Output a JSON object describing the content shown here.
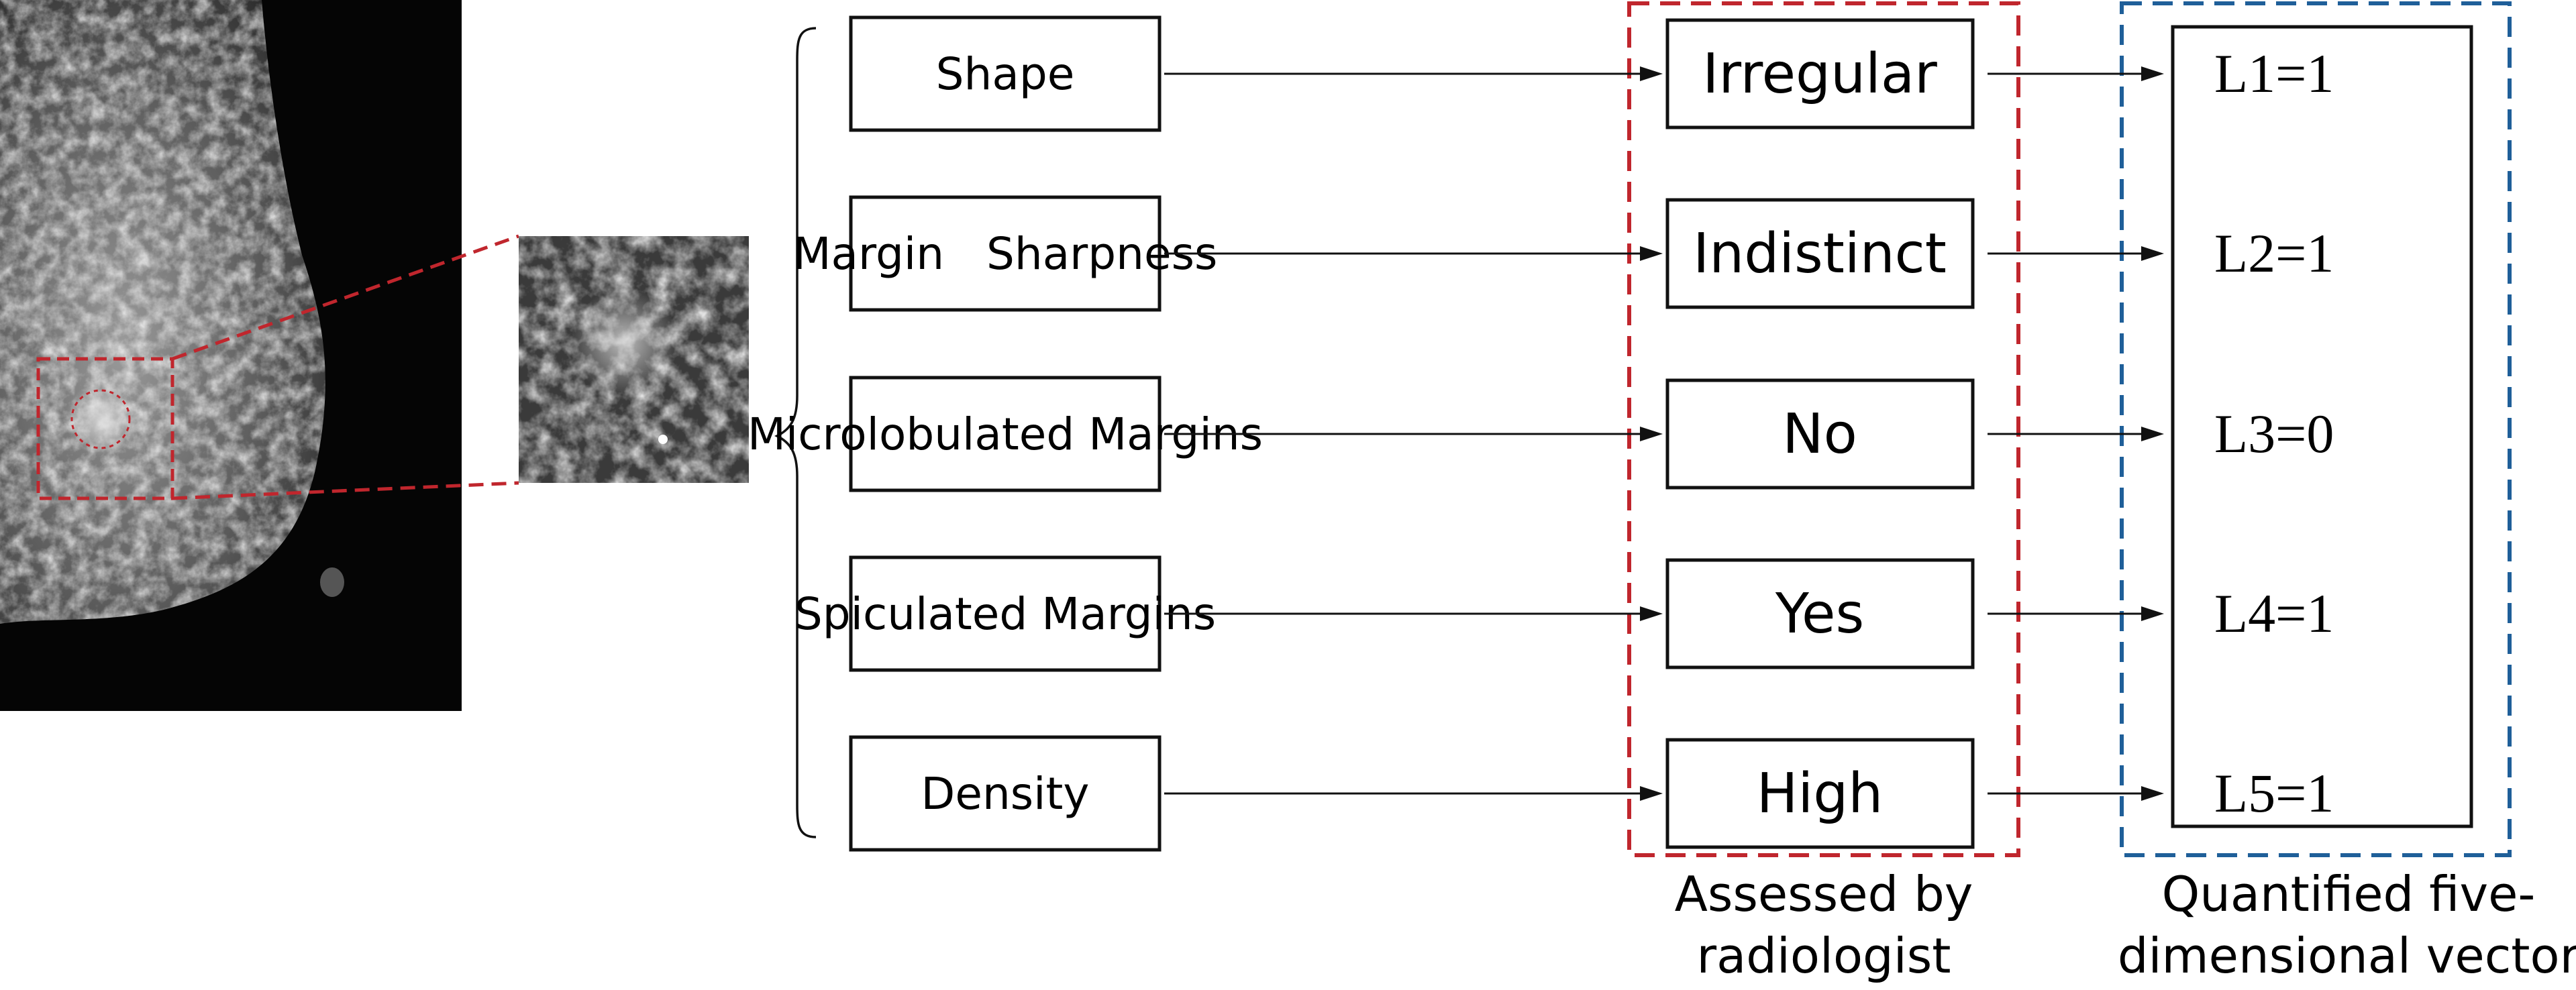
{
  "features": [
    {
      "feature": "Shape",
      "assessment": "Irregular",
      "vector": "L1=1"
    },
    {
      "feature": "Margin   Sharpness",
      "assessment": "Indistinct",
      "vector": "L2=1"
    },
    {
      "feature": "Microlobulated Margins",
      "assessment": "No",
      "vector": "L3=0"
    },
    {
      "feature": "Spiculated Margins",
      "assessment": "Yes",
      "vector": "L4=1"
    },
    {
      "feature": "Density",
      "assessment": "High",
      "vector": "L5=1"
    }
  ],
  "captions": {
    "assessed": [
      "Assessed by",
      "radiologist"
    ],
    "quantified": [
      "Quantified five-",
      "dimensional vector"
    ]
  },
  "colors": {
    "red_dash": "#c0262d",
    "blue_dash": "#1f5f99",
    "box_stroke": "#111111",
    "mammogram_bg": "#050505"
  }
}
